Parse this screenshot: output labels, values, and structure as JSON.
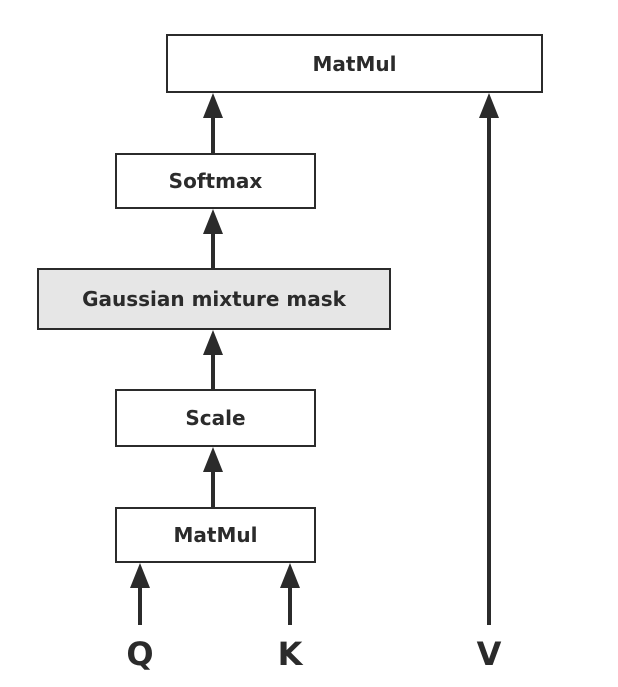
{
  "diagram": {
    "nodes": {
      "matmul_top": "MatMul",
      "softmax": "Softmax",
      "gaussian_mask": "Gaussian mixture mask",
      "scale": "Scale",
      "matmul_bottom": "MatMul"
    },
    "inputs": {
      "q": "Q",
      "k": "K",
      "v": "V"
    },
    "edges": [
      {
        "from": "matmul_bottom",
        "to": "scale"
      },
      {
        "from": "scale",
        "to": "gaussian_mask"
      },
      {
        "from": "gaussian_mask",
        "to": "softmax"
      },
      {
        "from": "softmax",
        "to": "matmul_top"
      },
      {
        "from": "q",
        "to": "matmul_bottom"
      },
      {
        "from": "k",
        "to": "matmul_bottom"
      },
      {
        "from": "v",
        "to": "matmul_top"
      }
    ],
    "colors": {
      "stroke": "#2b2b2b",
      "shaded_fill": "#e6e6e6"
    }
  }
}
